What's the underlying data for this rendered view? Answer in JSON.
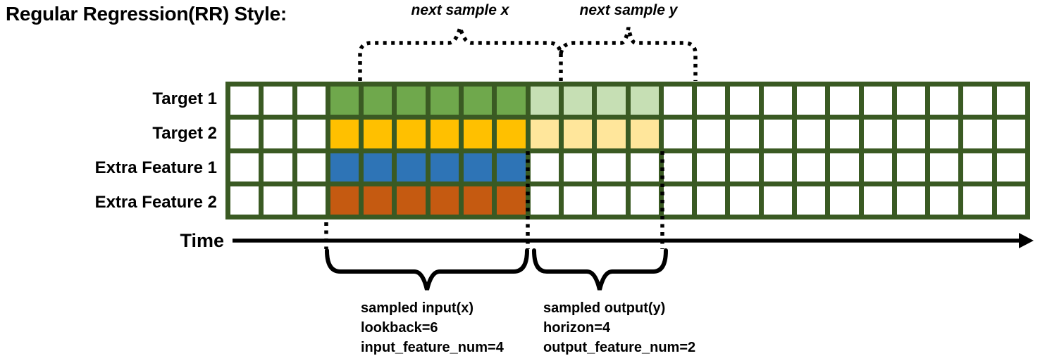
{
  "title": "Regular Regression(RR) Style:",
  "annotations": {
    "next_sample_x": "next sample x",
    "next_sample_y": "next sample y",
    "time_label": "Time",
    "input_lines": [
      "sampled input(x)",
      "lookback=6",
      "input_feature_num=4"
    ],
    "output_lines": [
      "sampled output(y)",
      "horizon=4",
      "output_feature_num=2"
    ]
  },
  "grid": {
    "columns": 24,
    "lookback_start_col": 3,
    "lookback": 6,
    "horizon": 4,
    "border_color": "#3A5A23",
    "empty_cell_color": "#FFFFFF",
    "line_color": "#000000",
    "rows": [
      {
        "label": "Target 1",
        "lookback_color": "#6FA84C",
        "horizon_color": "#C6DFB4"
      },
      {
        "label": "Target 2",
        "lookback_color": "#FFC000",
        "horizon_color": "#FFE69B"
      },
      {
        "label": "Extra Feature 1",
        "lookback_color": "#2E74B6",
        "horizon_color": null
      },
      {
        "label": "Extra Feature 2",
        "lookback_color": "#C55A11",
        "horizon_color": null
      }
    ]
  }
}
